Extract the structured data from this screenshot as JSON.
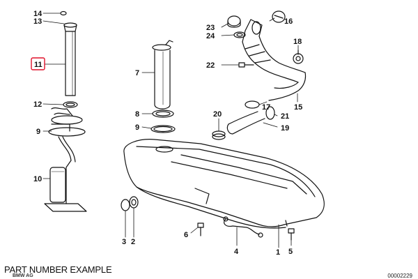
{
  "caption": "PART NUMBER EXAMPLE",
  "logo_text": "BMW AG",
  "drawing_code": "00002229",
  "highlight_color": "#e0102a",
  "callouts": {
    "c1": "1",
    "c2": "2",
    "c3": "3",
    "c4": "4",
    "c5": "5",
    "c6": "6",
    "c7": "7",
    "c8": "8",
    "c9a": "9",
    "c9b": "9",
    "c10": "10",
    "c11": "11",
    "c12": "12",
    "c13": "13",
    "c14": "14",
    "c15": "15",
    "c16": "16",
    "c17": "17",
    "c18": "18",
    "c19": "19",
    "c20": "20",
    "c21": "21",
    "c22": "22",
    "c23": "23",
    "c24": "24"
  }
}
